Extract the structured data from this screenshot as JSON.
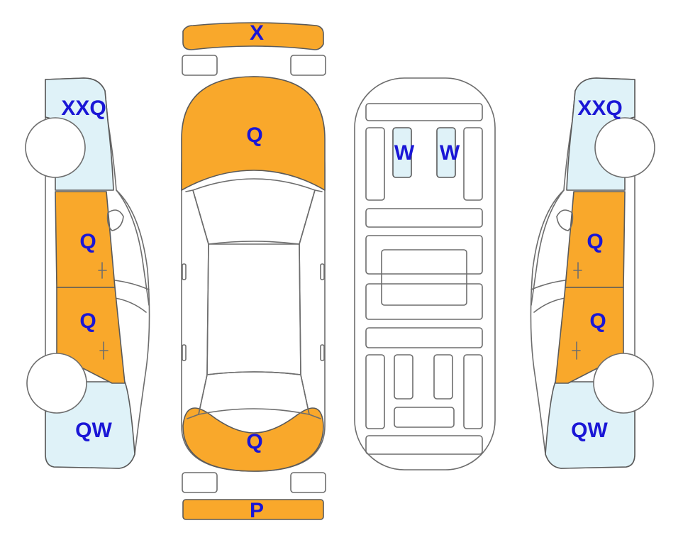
{
  "colors": {
    "damaged": "#f9a82b",
    "minor": "#dff2f8",
    "code_text": "#1a16d6",
    "outline": "#6d6d6d",
    "background": "#ffffff"
  },
  "panels": {
    "front_bumper": {
      "code": "X",
      "severity": "damaged"
    },
    "rear_bumper": {
      "code": "P",
      "severity": "damaged"
    },
    "hood": {
      "code": "Q",
      "severity": "damaged"
    },
    "trunk_lid": {
      "code": "Q",
      "severity": "damaged"
    },
    "left_front_seat": {
      "code": "W",
      "severity": "minor"
    },
    "right_front_seat": {
      "code": "W",
      "severity": "minor"
    },
    "left_front_fender": {
      "code": "XXQ",
      "severity": "minor"
    },
    "left_front_door": {
      "code": "Q",
      "severity": "damaged"
    },
    "left_rear_door": {
      "code": "Q",
      "severity": "damaged"
    },
    "left_rear_quarter": {
      "code": "QW",
      "severity": "minor"
    },
    "right_front_fender": {
      "code": "XXQ",
      "severity": "minor"
    },
    "right_front_door": {
      "code": "Q",
      "severity": "damaged"
    },
    "right_rear_door": {
      "code": "Q",
      "severity": "damaged"
    },
    "right_rear_quarter": {
      "code": "QW",
      "severity": "minor"
    }
  }
}
